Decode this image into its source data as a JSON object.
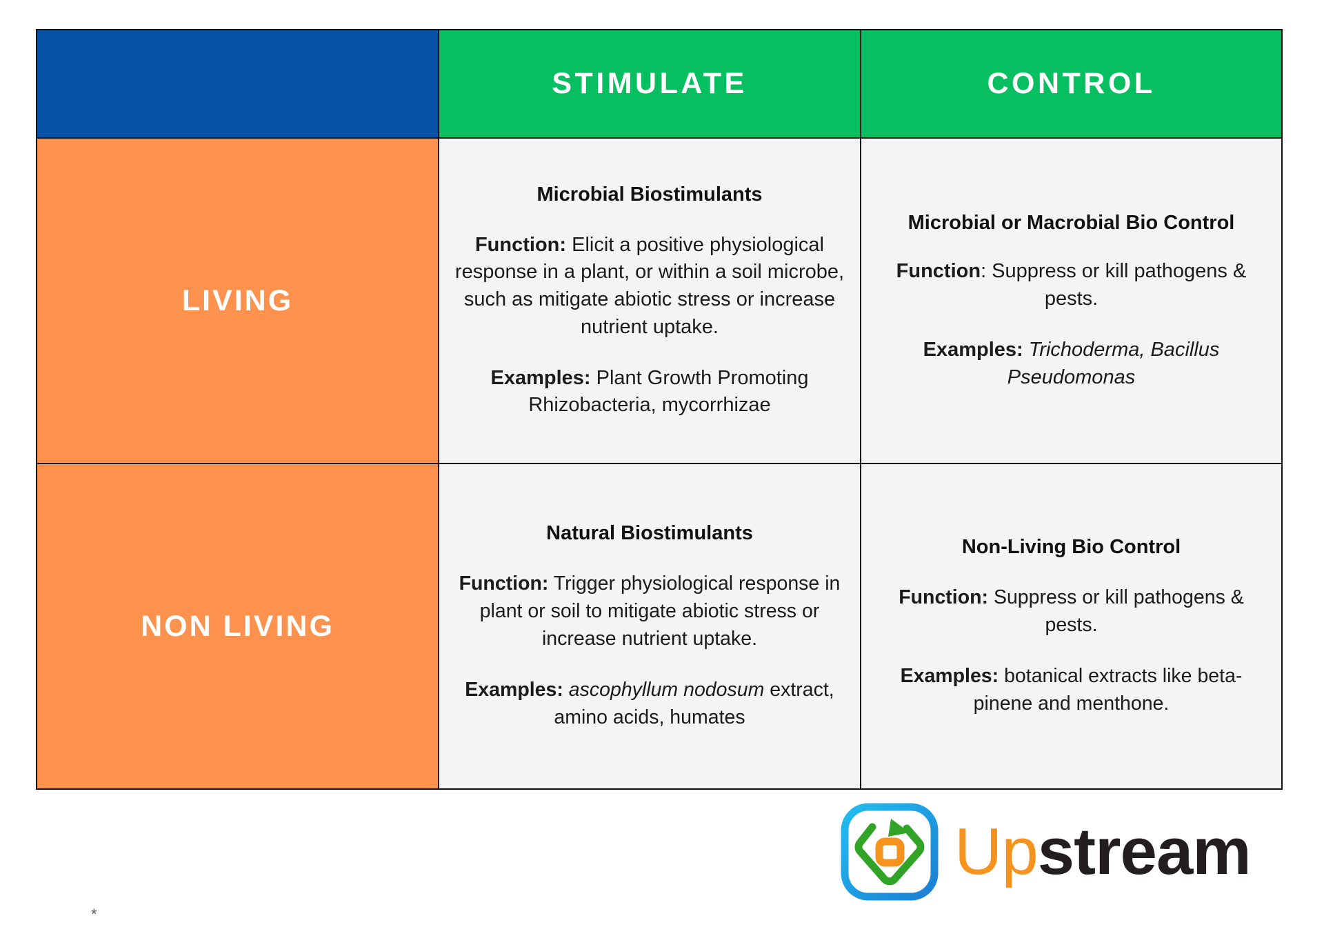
{
  "table": {
    "columns": [
      {
        "key": "corner",
        "label": ""
      },
      {
        "key": "stimulate",
        "label": "STIMULATE"
      },
      {
        "key": "control",
        "label": "CONTROL"
      }
    ],
    "rows": [
      {
        "label": "LIVING",
        "stimulate": {
          "title": "Microbial Biostimulants",
          "function_label": "Function:",
          "function_text": " Elicit a positive physiological response in a plant, or within a soil microbe, such as mitigate abiotic stress or increase nutrient uptake.",
          "examples_label": "Examples:",
          "examples_text": " Plant Growth Promoting Rhizobacteria, mycorrhizae",
          "examples_italic": ""
        },
        "control": {
          "title": "Microbial or Macrobial Bio Control",
          "function_label": "Function",
          "function_text": ": Suppress or kill pathogens & pests.",
          "examples_label": "Examples:",
          "examples_text": " ",
          "examples_italic": "Trichoderma, Bacillus Pseudomonas"
        }
      },
      {
        "label": "NON LIVING",
        "stimulate": {
          "title": "Natural Biostimulants",
          "function_label": "Function:",
          "function_text": " Trigger physiological response in plant or soil to mitigate abiotic stress or increase nutrient uptake.",
          "examples_label": "Examples:",
          "examples_text": " ",
          "examples_italic": "ascophyllum nodosum",
          "examples_tail": " extract, amino acids, humates"
        },
        "control": {
          "title": "Non-Living Bio Control",
          "function_label": "Function:",
          "function_text": " Suppress or kill pathogens & pests.",
          "examples_label": "Examples:",
          "examples_text": " botanical extracts like beta-pinene and menthone.",
          "examples_italic": ""
        }
      }
    ]
  },
  "logo": {
    "word_primary": "Up",
    "word_secondary": "stream",
    "mark_name": "upstream-recycle-mark"
  },
  "footnote": {
    "text": "*"
  },
  "colors": {
    "header_blue": "#0752A4",
    "header_green": "#07BF60",
    "row_orange": "#FD914E",
    "cell_gray": "#F4F4F4",
    "border": "#101010",
    "logo_orange": "#F6921E",
    "logo_green": "#31A327",
    "logo_blue": "#29A9E1",
    "logo_dark": "#231F20"
  }
}
